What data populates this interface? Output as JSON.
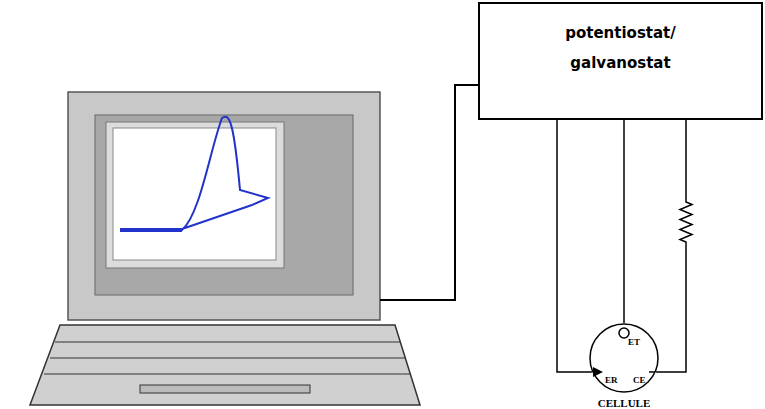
{
  "diagram": {
    "nodes": [
      {
        "text": [
          "potentiostat/ galvanostat"
        ]
      },
      {
        "text": [
          "ET",
          "ER",
          "CE",
          "CELLULE"
        ]
      }
    ],
    "edges": [
      {
        "from": 0,
        "to": 1,
        "arrow": "none"
      },
      {
        "from": 0,
        "to": 1,
        "arrow": "none"
      },
      {
        "from": 0,
        "to": 1,
        "arrow": "none"
      }
    ]
  }
}
